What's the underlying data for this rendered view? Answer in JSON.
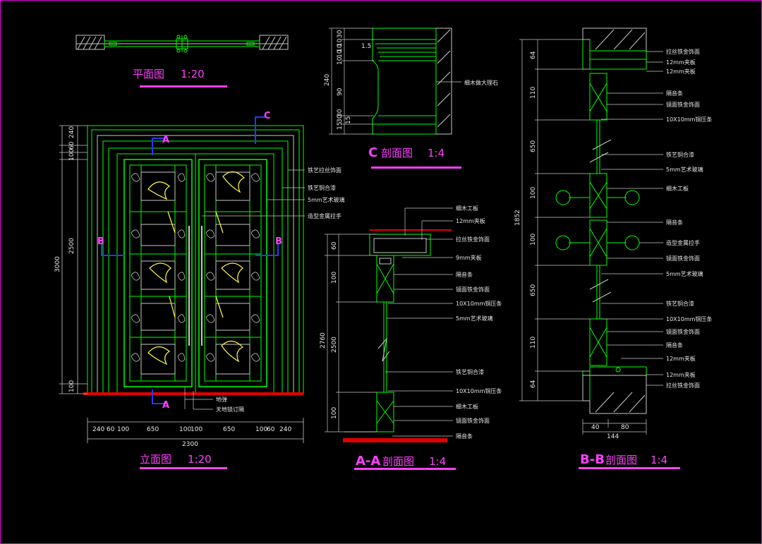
{
  "colors": {
    "line": "#00ff00",
    "grey": "#c8c8c8",
    "yellow": "#ffff40",
    "magenta": "#ff40ff",
    "blue": "#2a38ff",
    "red": "#e00000"
  },
  "plan": {
    "title": "平面图",
    "scale": "1:20"
  },
  "elevation": {
    "title": "立面图",
    "scale": "1:20",
    "sections": {
      "a": "A",
      "b": "B",
      "c": "C"
    },
    "dims_left": [
      "100",
      "60",
      "240",
      "2500",
      "3000",
      "100"
    ],
    "dims_bottom": [
      "240",
      "60",
      "100",
      "650",
      "100",
      "100",
      "650",
      "100",
      "60",
      "240"
    ],
    "total_width": "2300",
    "notes": [
      "铁艺拉丝饰面",
      "铁艺铜合漆",
      "5mm艺术玻璃",
      "造型金属拉手",
      "地弹",
      "天地锁订隔"
    ]
  },
  "section_c": {
    "title_mark": "C",
    "title": "剖面图",
    "scale": "1:4",
    "dims": [
      "240",
      "30",
      "10",
      "10",
      "10",
      "10",
      "90",
      "30",
      "15",
      "30",
      "15"
    ],
    "offset": "1.5",
    "note": "细木做大理石"
  },
  "section_aa": {
    "title_mark": "A-A",
    "title": "剖面图",
    "scale": "1:4",
    "dims": [
      "60",
      "100",
      "2760",
      "2500",
      "100"
    ],
    "notes": [
      "细木工板",
      "12mm夹板",
      "拉丝铁金饰面",
      "9mm夹板",
      "隔音条",
      "镜面铁金饰面",
      "10X10mm铜压条",
      "5mm艺术玻璃",
      "铁艺铜合漆",
      "10X10mm铜压条",
      "细木工板",
      "镜面铁金饰面",
      "隔音条"
    ]
  },
  "section_bb": {
    "title_mark": "B-B",
    "title": "剖面图",
    "scale": "1:4",
    "dims": [
      "64",
      "110",
      "650",
      "100",
      "1852",
      "100",
      "650",
      "110",
      "64"
    ],
    "dims_bottom": [
      "40",
      "80",
      "144"
    ],
    "notes": [
      "拉丝铁金饰面",
      "12mm夹板",
      "12mm夹板",
      "隔音条",
      "镜面铁金饰面",
      "10X10mm铜压条",
      "铁艺铜合漆",
      "5mm艺术玻璃",
      "细木工板",
      "隔音条",
      "造型金属拉手",
      "镜面铁金饰面",
      "5mm艺术玻璃",
      "铁艺铜合漆",
      "10X10mm铜压条",
      "镜面铁金饰面",
      "隔音条",
      "12mm夹板",
      "12mm夹板",
      "拉丝铁金饰面"
    ]
  }
}
